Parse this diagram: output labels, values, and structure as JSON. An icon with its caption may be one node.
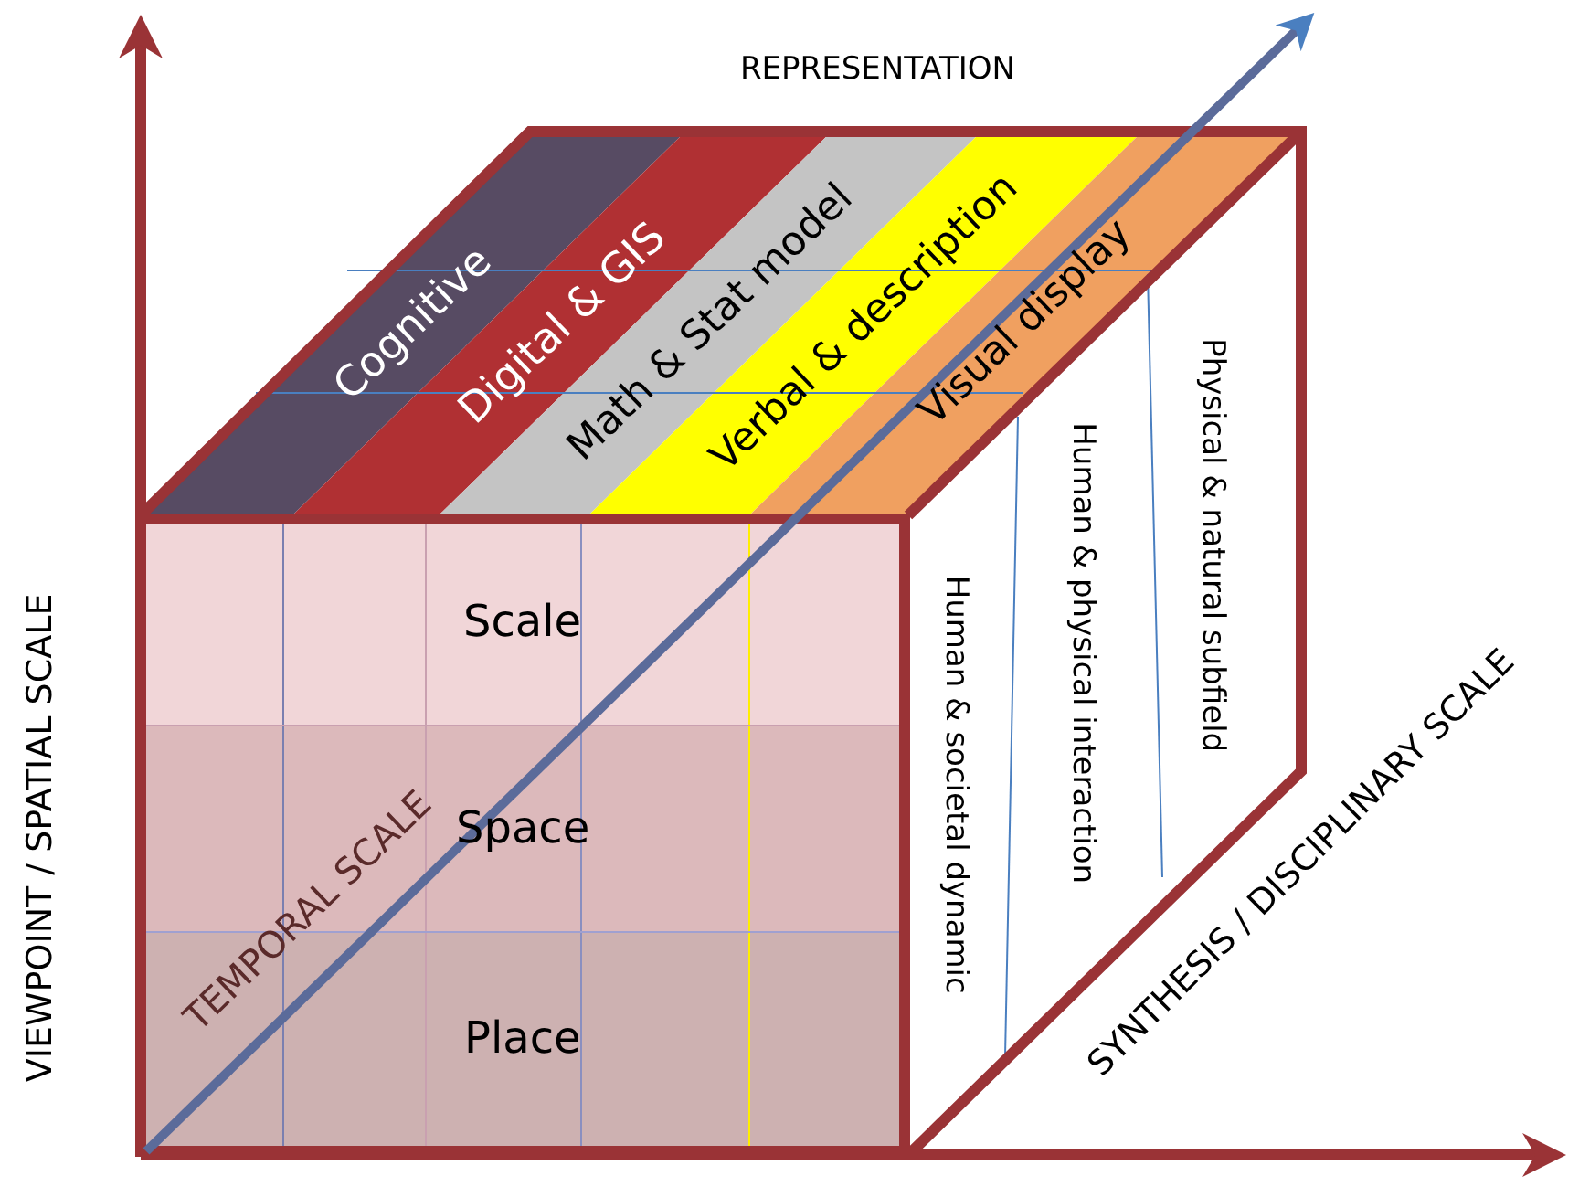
{
  "diagram": {
    "nodes": [
      {
        "text": [
          "Cognitive"
        ]
      },
      {
        "text": [
          "Digital & GIS"
        ]
      },
      {
        "text": [
          "Math & Stat model"
        ]
      },
      {
        "text": [
          "Verbal & description"
        ]
      },
      {
        "text": [
          "Visual display"
        ]
      },
      {
        "text": [
          "Scale"
        ]
      },
      {
        "text": [
          "Space"
        ]
      },
      {
        "text": [
          "Place"
        ]
      },
      {
        "text": [
          "Human & societal dynamic"
        ]
      },
      {
        "text": [
          "Human & physical interaction"
        ]
      },
      {
        "text": [
          "Physical & natural subfield"
        ]
      }
    ],
    "labels": [
      "REPRESENTATION",
      "VIEWPOINT / SPATIAL SCALE",
      "TEMPORAL SCALE",
      "SYNTHESIS / DISCIPLINARY SCALE"
    ]
  }
}
